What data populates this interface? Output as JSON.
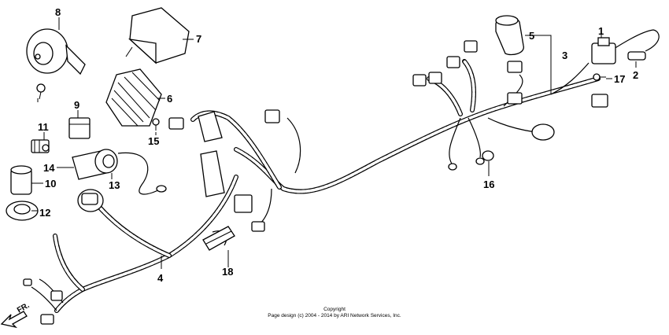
{
  "labels": {
    "p1": "1",
    "p2": "2",
    "p3": "3",
    "p4": "4",
    "p5": "5",
    "p6": "6",
    "p7": "7",
    "p8": "8",
    "p9": "9",
    "p10": "10",
    "p11": "11",
    "p12": "12",
    "p13": "13",
    "p14": "14",
    "p15": "15",
    "p16": "16",
    "p17": "17",
    "p18": "18"
  },
  "copyright": {
    "line1": "Copyright",
    "line2": "Page design (c) 2004 - 2014 by ARI Network Services, Inc."
  },
  "direction": {
    "label": "FR."
  }
}
